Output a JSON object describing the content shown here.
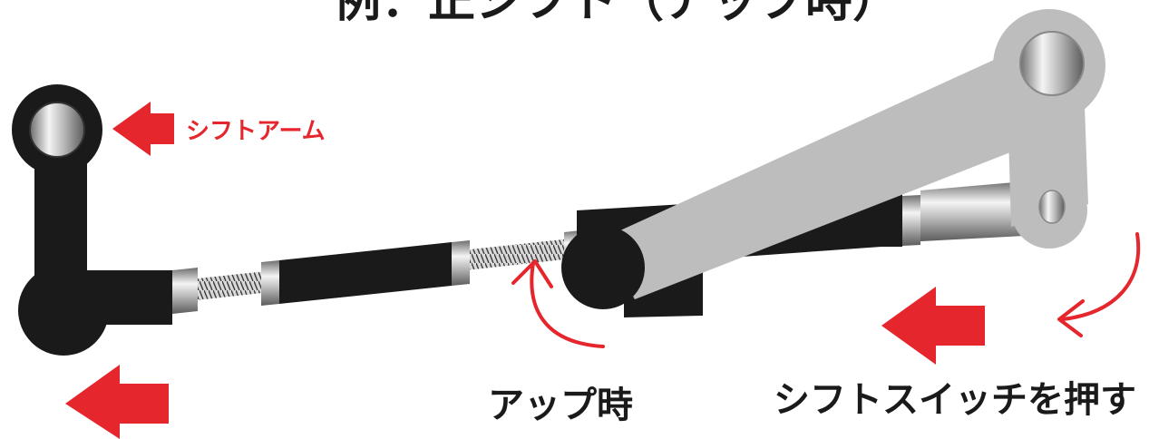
{
  "title": "例：正シフト（アップ時）",
  "labels": {
    "shift_arm": "シフトアーム",
    "up_time": "アップ時",
    "push_switch": "シフトスイッチを押す"
  },
  "colors": {
    "accent": "#e5262d",
    "arm_black": "#1a1a1a",
    "lever_gray": "#bdbdbd",
    "background": "#ffffff"
  }
}
